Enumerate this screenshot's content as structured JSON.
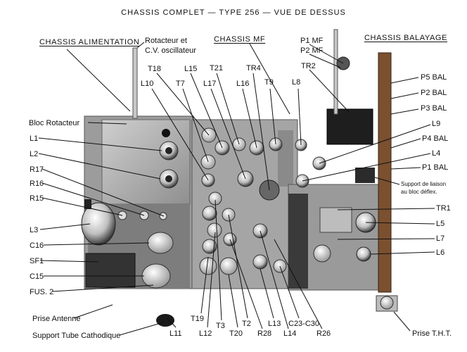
{
  "title": "CHASSIS COMPLET — TYPE 256 — VUE DE DESSUS",
  "sections": {
    "alimentation": "CHASSIS ALIMENTATION",
    "mf": "CHASSIS MF",
    "balayage": "CHASSIS BALAYAGE"
  },
  "labels": {
    "rotacteur_cv_1": "Rotacteur et",
    "rotacteur_cv_2": "C.V. oscillateur",
    "bloc_rotacteur": "Bloc Rotacteur",
    "L1": "L1",
    "L2": "L2",
    "R17": "R17",
    "R16": "R16",
    "R15": "R15",
    "L3": "L3",
    "C16": "C16",
    "SF1": "SF1",
    "C15": "C15",
    "FUS2": "FUS. 2",
    "prise_antenne": "Prise Antenne",
    "support_tube": "Support Tube Cathodique",
    "T18": "T18",
    "L15": "L15",
    "T21": "T21",
    "TR4": "TR4",
    "L10": "L10",
    "T7": "T7",
    "L17": "L17",
    "L16": "L16",
    "T9": "T9",
    "L8": "L8",
    "TR2": "TR2",
    "P1MF": "P1 MF",
    "P2MF": "P2 MF",
    "P5BAL": "P5 BAL",
    "P2BAL": "P2 BAL",
    "P3BAL": "P3 BAL",
    "L9": "L9",
    "P4BAL": "P4 BAL",
    "L4": "L4",
    "P1BAL": "P1 BAL",
    "support_liaison_1": "Support de liaison",
    "support_liaison_2": "au bloc déflex.",
    "TR1": "TR1",
    "L5": "L5",
    "L7": "L7",
    "L6": "L6",
    "T19": "T19",
    "L11": "L11",
    "L12": "L12",
    "T3": "T3",
    "T20": "T20",
    "T2": "T2",
    "R28": "R28",
    "L13": "L13",
    "L14": "L14",
    "C23C30": "C23-C30",
    "R26": "R26",
    "prise_tht": "Prise T.H.T."
  }
}
